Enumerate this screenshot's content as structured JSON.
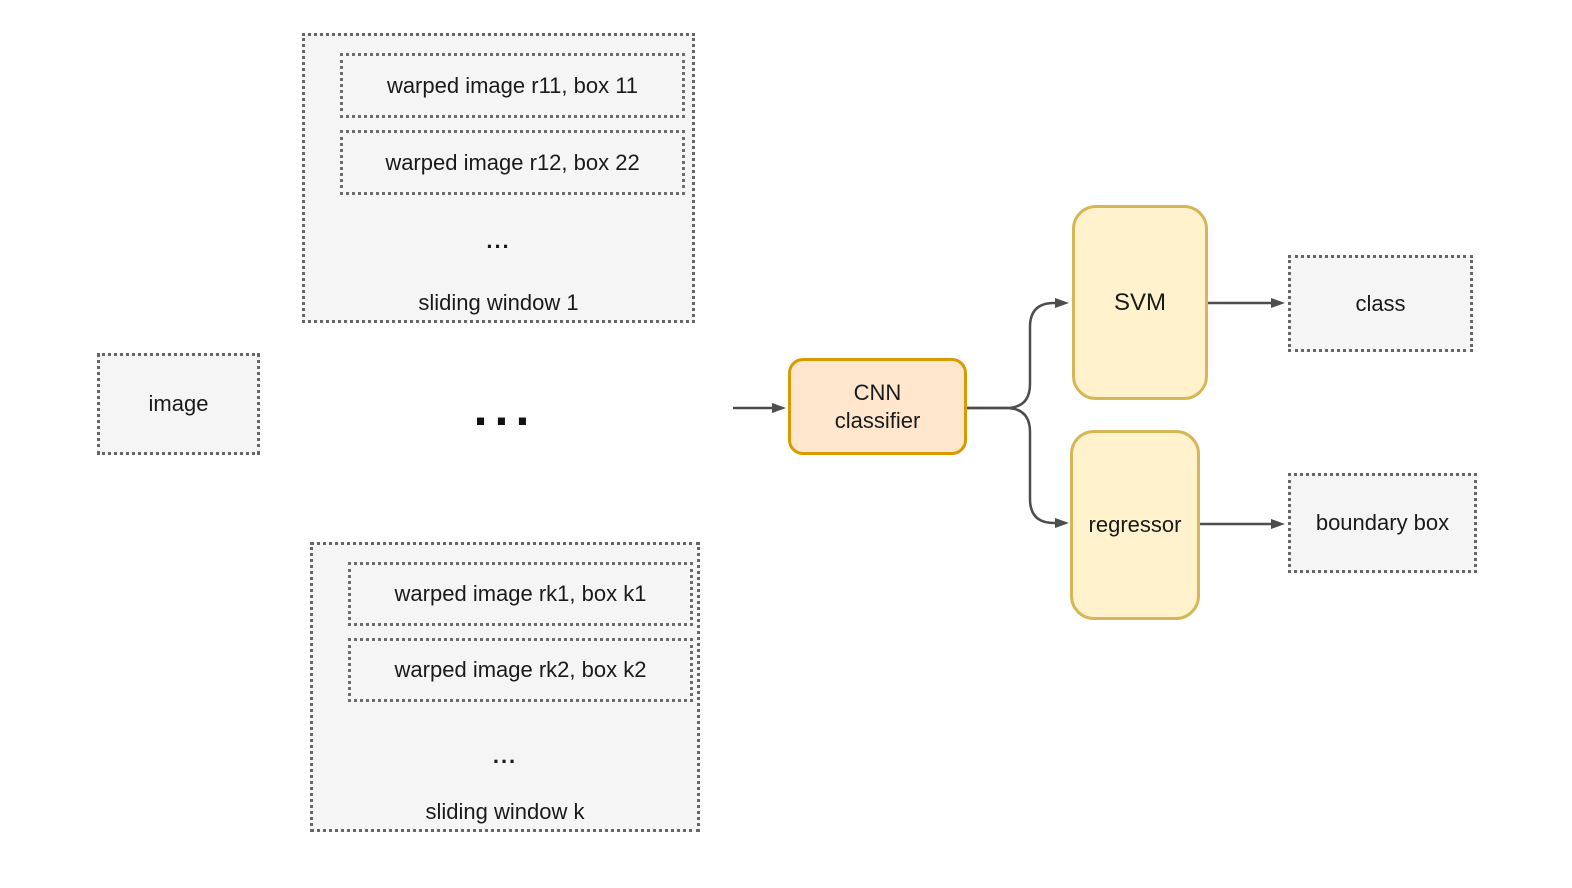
{
  "diagram": {
    "kind": "flow-diagram",
    "image_node": {
      "label": "image"
    },
    "middle_ellipsis": "...",
    "sliding_window_1": {
      "items": [
        "warped image r11, box 11",
        "warped image r12, box 22"
      ],
      "ellipsis": "...",
      "label": "sliding window 1"
    },
    "sliding_window_k": {
      "items": [
        "warped image rk1, box k1",
        "warped image rk2, box k2"
      ],
      "ellipsis": "...",
      "label": "sliding window k"
    },
    "cnn_classifier": {
      "line1": "CNN",
      "line2": "classifier"
    },
    "svm": {
      "label": "SVM"
    },
    "regressor": {
      "label": "regressor"
    },
    "class_node": {
      "label": "class"
    },
    "boundary_box_node": {
      "label": "boundary box"
    },
    "colors": {
      "dotted_box_fill": "#f5f5f5",
      "dotted_box_border": "#666666",
      "cnn_fill": "#ffe6cc",
      "cnn_border": "#d79b00",
      "classifier_head_fill": "#fff2cc",
      "classifier_head_border": "#d6b656",
      "arrow": "#4d4d4d",
      "text": "#1a1a1a",
      "background": "#ffffff"
    }
  }
}
